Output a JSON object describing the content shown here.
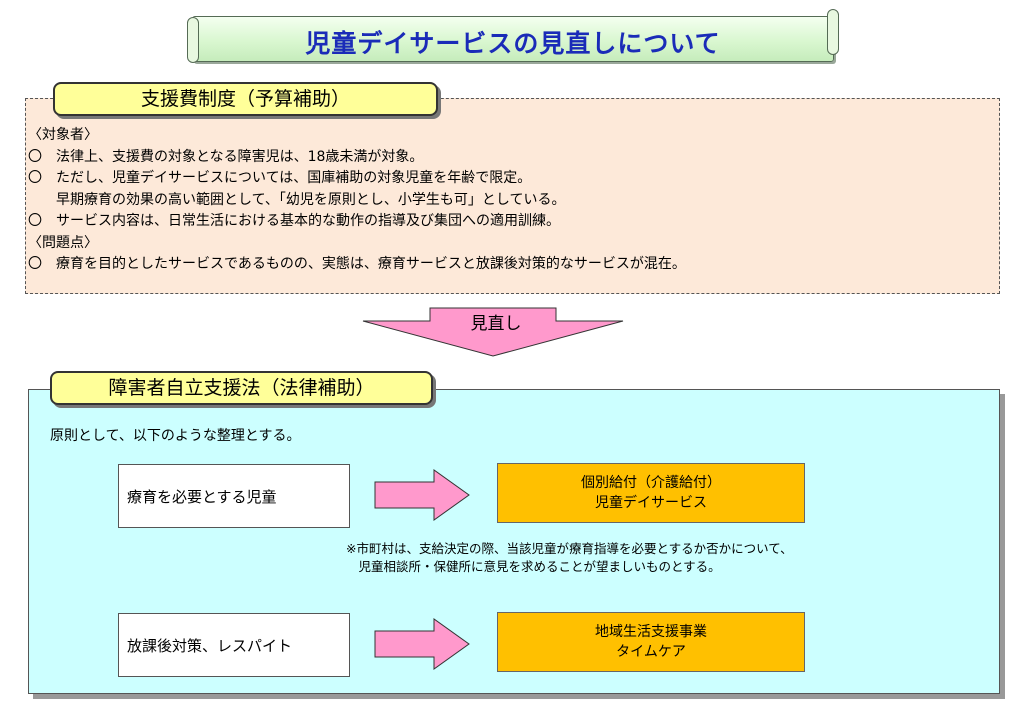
{
  "title": "児童デイサービスの見直しについて",
  "upper": {
    "label": "支援費制度（予算補助）",
    "lines": [
      "〈対象者〉",
      "〇　法律上、支援費の対象となる障害児は、18歳未満が対象。",
      "〇　ただし、児童デイサービスについては、国庫補助の対象児童を年齢で限定。",
      "　　早期療育の効果の高い範囲として、「幼児を原則とし、小学生も可」としている。",
      "〇　サービス内容は、日常生活における基本的な動作の指導及び集団への適用訓練。",
      "〈問題点〉",
      "〇　療育を目的としたサービスであるものの、実態は、療育サービスと放課後対策的なサービスが混在。"
    ]
  },
  "arrow_label": "見直し",
  "lower": {
    "label": "障害者自立支援法（法律補助）",
    "intro": "原則として、以下のような整理とする。",
    "row1": {
      "left": "療育を必要とする児童",
      "right_line1": "個別給付（介護給付）",
      "right_line2": "児童デイサービス"
    },
    "note": {
      "line1": "※市町村は、支給決定の際、当該児童が療育指導を必要とするか否かについて、",
      "line2": "　児童相談所・保健所に意見を求めることが望ましいものとする。"
    },
    "row2": {
      "left": "放課後対策、レスパイト",
      "right_line1": "地域生活支援事業",
      "right_line2": "タイムケア"
    }
  },
  "colors": {
    "title_text": "#1a2bb8",
    "label_fill": "#ffff99",
    "upper_fill": "#fde9d9",
    "lower_fill": "#ccffff",
    "arrow_fill": "#ff99cc",
    "result_fill": "#ffc000"
  }
}
